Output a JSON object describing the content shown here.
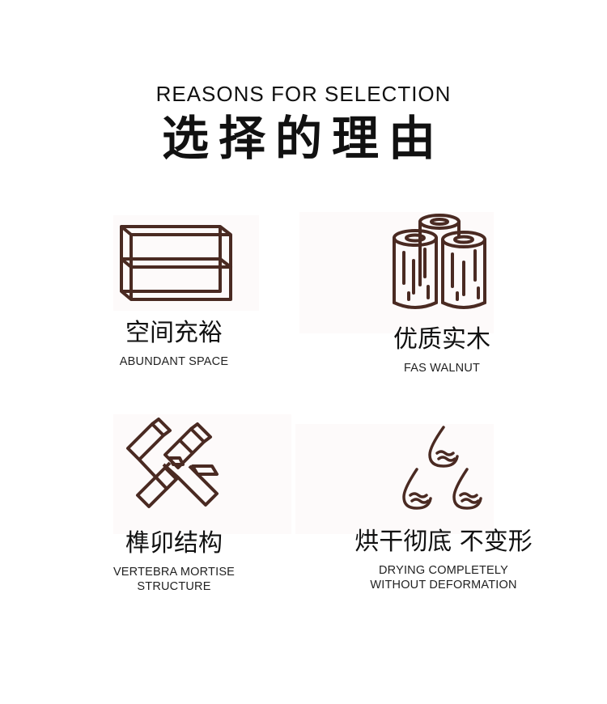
{
  "header": {
    "title_en": "REASONS FOR SELECTION",
    "title_cn": "选择的理由"
  },
  "features": [
    {
      "title_cn": "空间充裕",
      "title_en": "ABUNDANT SPACE",
      "icon": "shelf-frame-icon"
    },
    {
      "title_cn": "优质实木",
      "title_en": "FAS WALNUT",
      "icon": "wood-logs-icon"
    },
    {
      "title_cn": "榫卯结构",
      "title_en_line1": "VERTEBRA MORTISE",
      "title_en_line2": "STRUCTURE",
      "icon": "mortise-joint-icon"
    },
    {
      "title_cn": "烘干彻底 不变形",
      "title_en_line1": "DRYING COMPLETELY",
      "title_en_line2": "WITHOUT DEFORMATION",
      "icon": "water-drops-icon"
    }
  ],
  "colors": {
    "icon_stroke": "#4a2a22",
    "text": "#111111",
    "panel": "#fdfafa"
  }
}
